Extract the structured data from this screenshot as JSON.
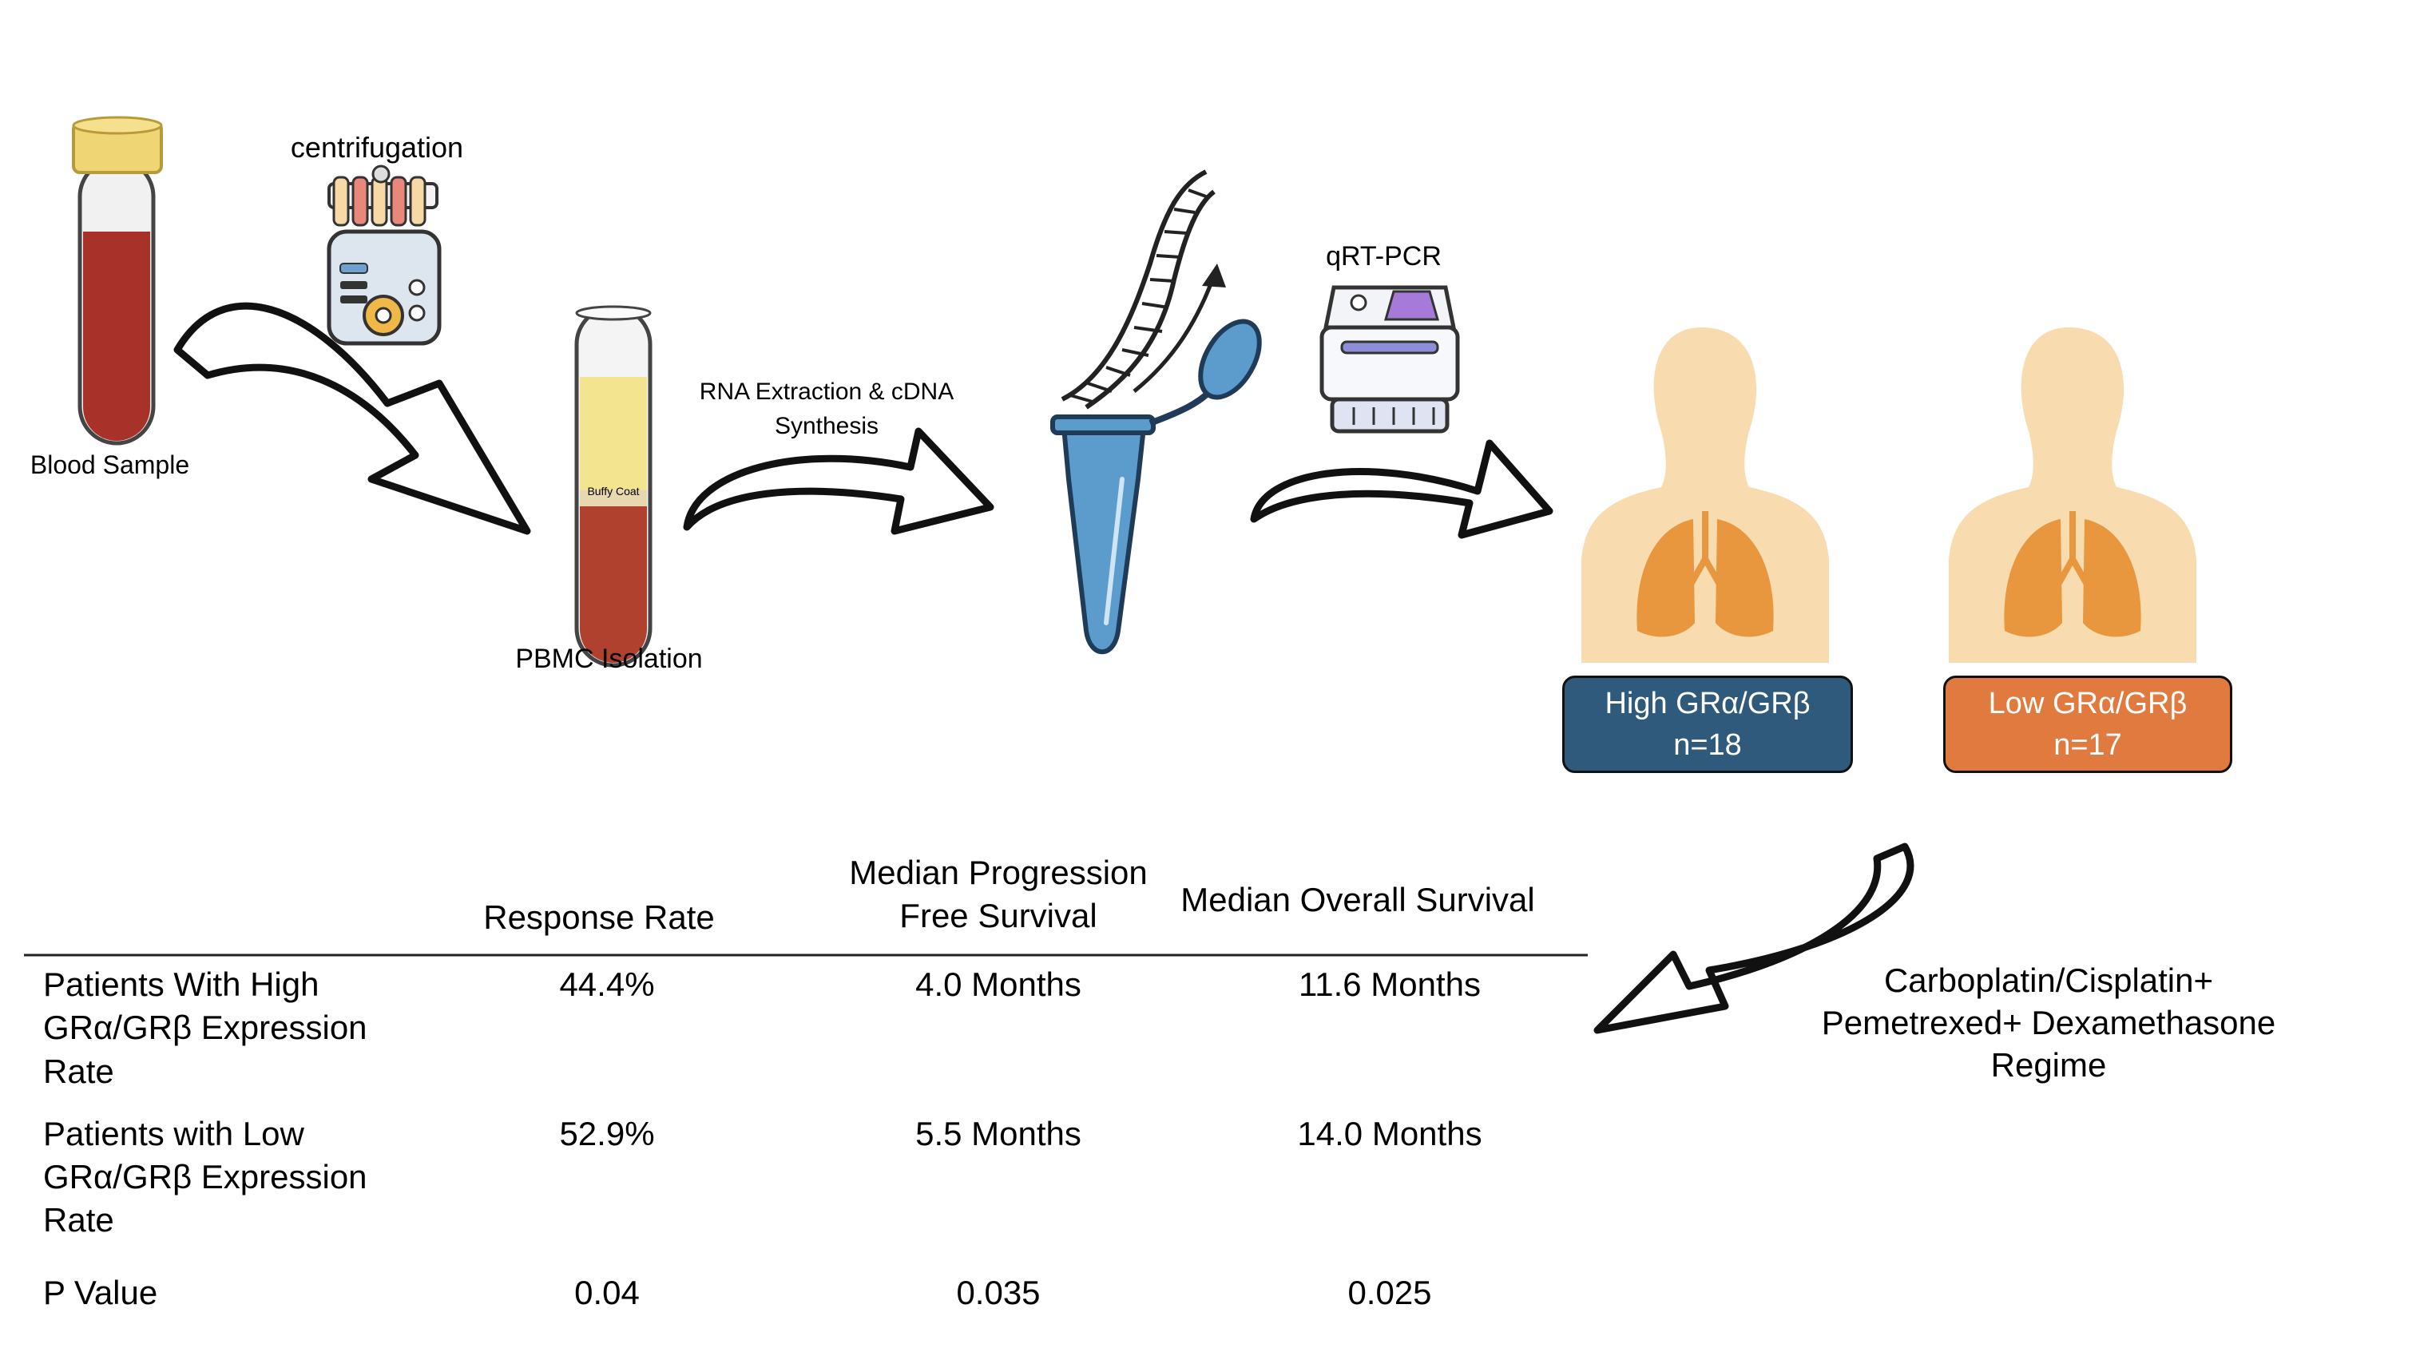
{
  "steps": {
    "blood_sample": "Blood Sample",
    "centrifugation": "centrifugation",
    "pbmc_isolation": "PBMC Isolation",
    "buffy_coat": "Buffy Coat",
    "rna_extraction_line1": "RNA Extraction & cDNA",
    "rna_extraction_line2": "Synthesis",
    "qrt_pcr": "qRT-PCR"
  },
  "groups": {
    "high": {
      "line1": "High GRα/GRβ",
      "line2": "n=18",
      "color": "#2f5a7b"
    },
    "low": {
      "line1": "Low GRα/GRβ",
      "line2": "n=17",
      "color": "#e07a3f"
    }
  },
  "treatment": {
    "line1": "Carboplatin/Cisplatin+",
    "line2": "Pemetrexed+ Dexamethasone",
    "line3": "Regime"
  },
  "table": {
    "headers": {
      "response_rate": "Response Rate",
      "pfs_line1": "Median Progression",
      "pfs_line2": "Free Survival",
      "os": "Median Overall Survival"
    },
    "rows": [
      {
        "label_line1": "Patients With High",
        "label_line2": "GRα/GRβ Expression",
        "label_line3": "Rate",
        "response_rate": "44.4%",
        "pfs": "4.0 Months",
        "os": "11.6 Months"
      },
      {
        "label_line1": "Patients with Low",
        "label_line2": "GRα/GRβ Expression",
        "label_line3": "Rate",
        "response_rate": "52.9%",
        "pfs": "5.5 Months",
        "os": "14.0 Months"
      },
      {
        "label_line1": "P Value",
        "response_rate": "0.04",
        "pfs": "0.035",
        "os": "0.025"
      }
    ]
  },
  "colors": {
    "blood": "#a8322a",
    "plasma": "#f3e48f",
    "tube_blue": "#5b9ccc",
    "skin": "#f8dcb0",
    "lung": "#e8973e"
  }
}
